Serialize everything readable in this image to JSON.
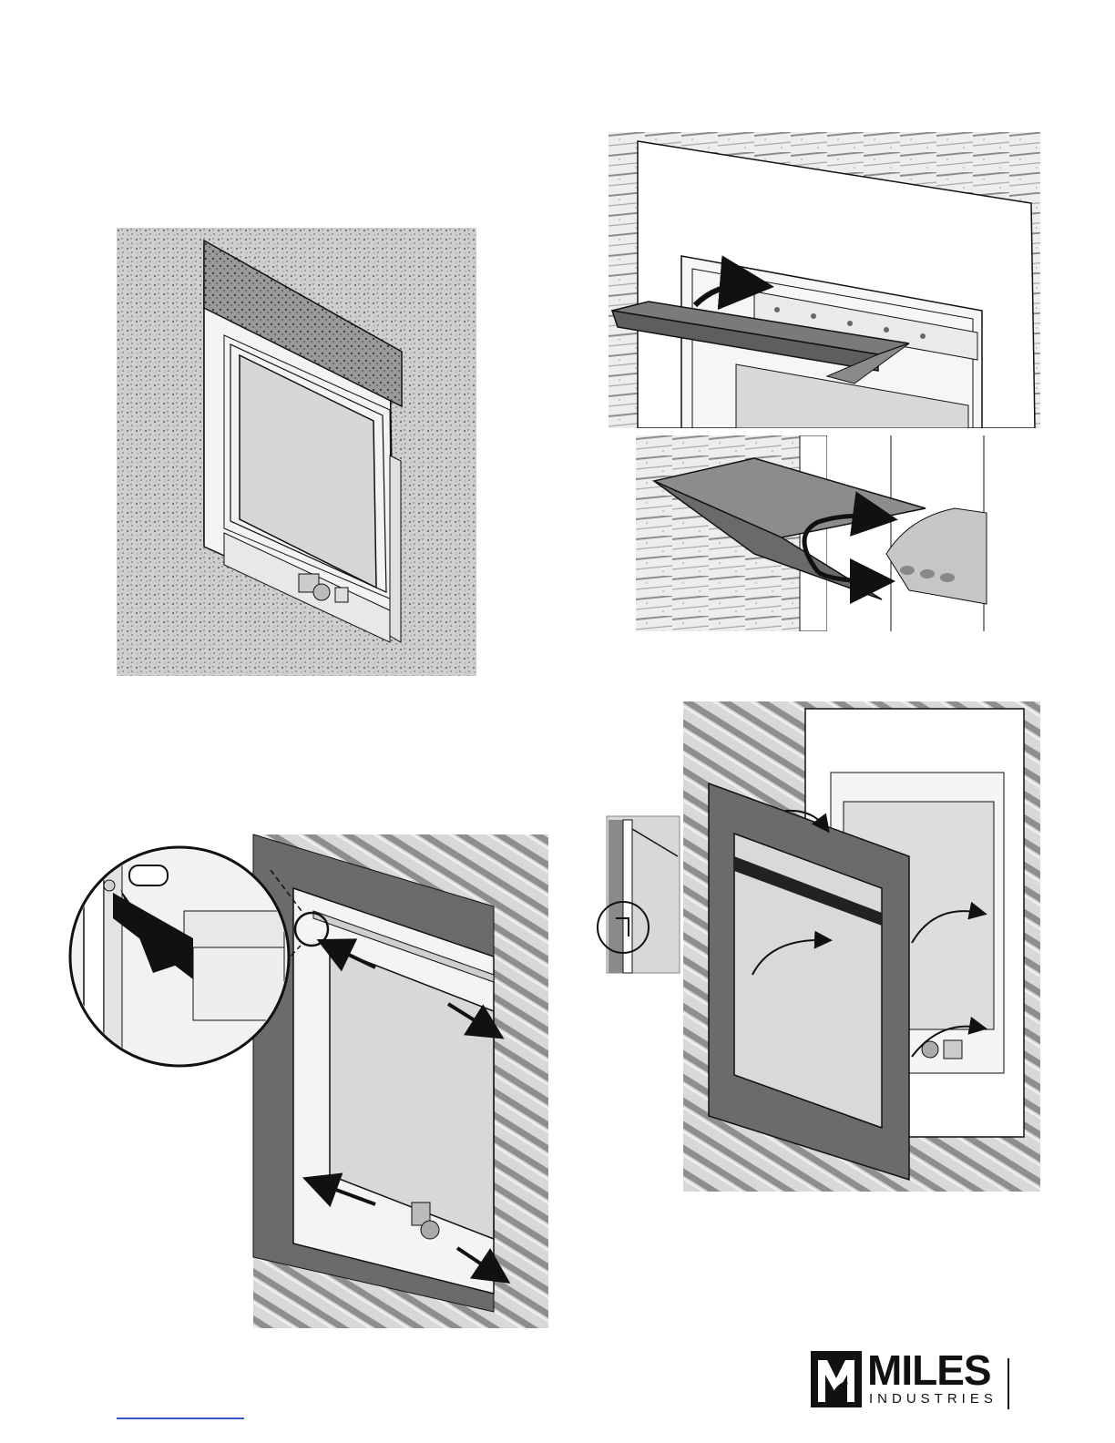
{
  "brand": {
    "name": "MILES",
    "subtitle": "INDUSTRIES"
  },
  "colors": {
    "ink": "#111111",
    "panel": "#6f6f6f",
    "glass": "#d9d9d9",
    "wall_bg": "#c9c9c9",
    "link": "#3a57c7"
  },
  "figures": [
    {
      "id": "fig-fireplace-top-cover"
    },
    {
      "id": "fig-hood-install-top"
    },
    {
      "id": "fig-hood-install-detail"
    },
    {
      "id": "fig-surround-pin-detail"
    },
    {
      "id": "fig-surround-front-install"
    }
  ]
}
